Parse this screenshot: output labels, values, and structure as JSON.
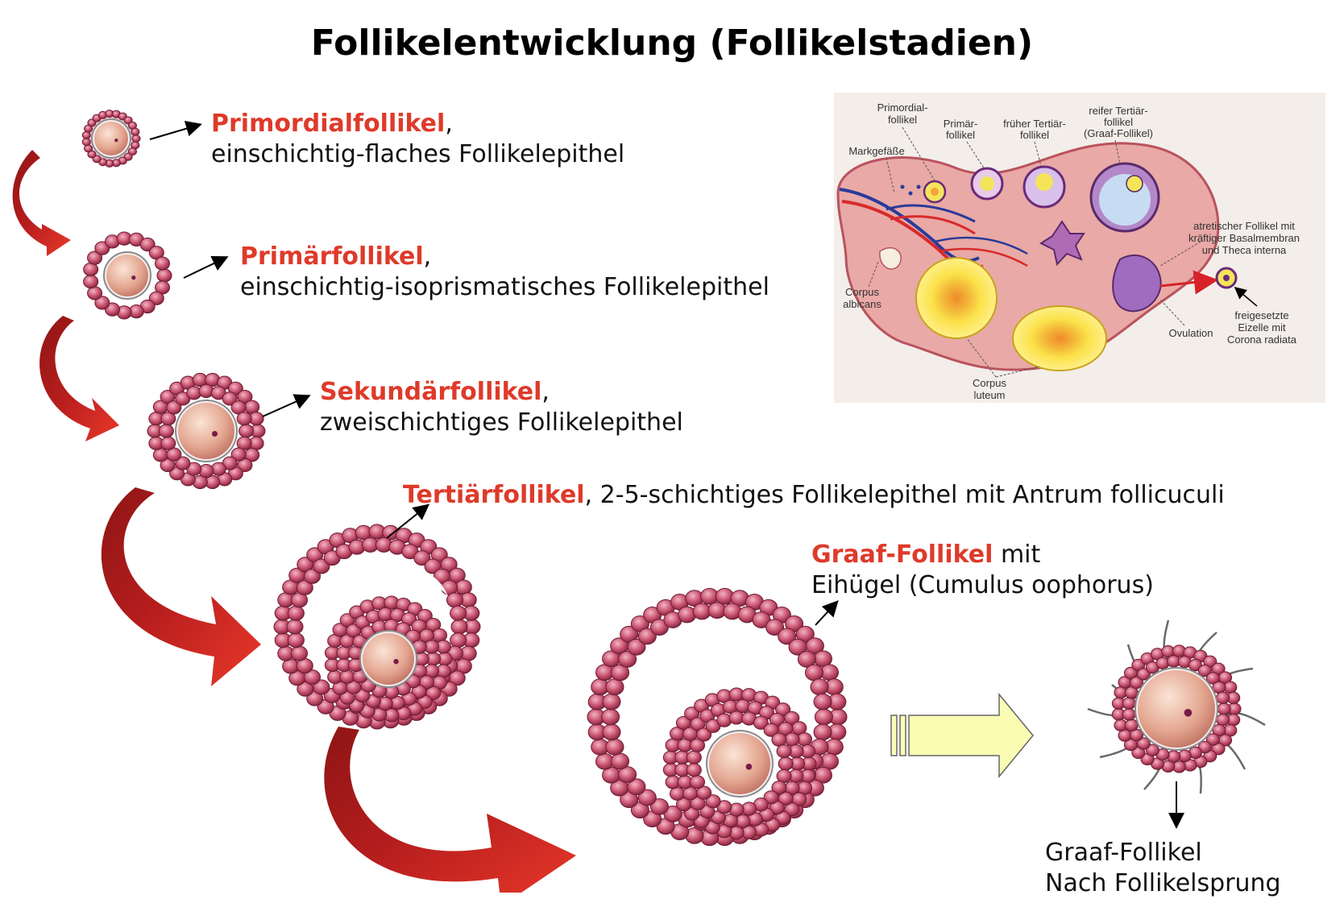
{
  "title": "Follikelentwicklung (Follikelstadien)",
  "stages": [
    {
      "name": "Primordialfollikel",
      "punct": ",",
      "desc": "einschichtig-flaches Follikelepithel"
    },
    {
      "name": "Primärfollikel",
      "punct": ",",
      "desc": "einschichtig-isoprismatisches Follikelepithel"
    },
    {
      "name": "Sekundärfollikel",
      "punct": ",",
      "desc": "zweischichtiges Follikelepithel"
    },
    {
      "name": "Tertiärfollikel",
      "punct": ",",
      "desc": " 2-5-schichtiges Follikelepithel mit Antrum follicuculi"
    },
    {
      "name": "Graaf-Follikel",
      "suffix": " mit",
      "desc": "Eihügel (Cumulus oophorus)"
    }
  ],
  "after": {
    "line1": "Graaf-Follikel",
    "line2": "Nach Follikelsprung"
  },
  "ovary": {
    "labels": {
      "primordial1": "Primordial-",
      "primordial2": "follikel",
      "primaer1": "Primär-",
      "primaer2": "follikel",
      "frueh1": "früher Tertiär-",
      "frueh2": "follikel",
      "reif1": "reifer Tertiär-",
      "reif2": "follikel",
      "reif3": "(Graaf-Follikel)",
      "markgefaesse": "Markgefäße",
      "atretisch1": "atretischer Follikel mit",
      "atretisch2": "kräftiger Basalmembran",
      "atretisch3": "und Theca interna",
      "albicans1": "Corpus",
      "albicans2": "albicans",
      "ovulation": "Ovulation",
      "frei1": "freigesetzte",
      "frei2": "Eizelle mit",
      "frei3": "Corona radiata",
      "luteum1": "Corpus",
      "luteum2": "luteum"
    }
  },
  "colors": {
    "accent_red": "#de3a2a",
    "cell_pink": "#c7506e",
    "ovary_bg": "#e9a9a6",
    "arrow_yellow": "#fbfcb4"
  }
}
